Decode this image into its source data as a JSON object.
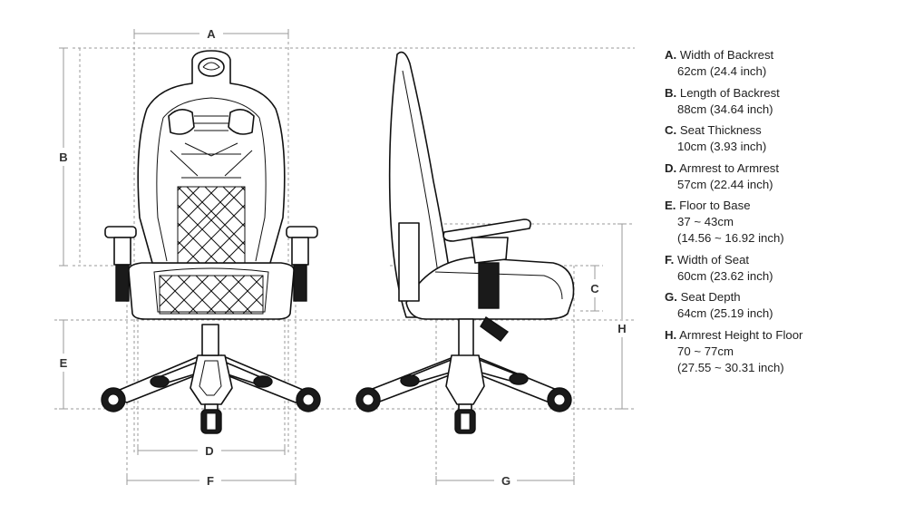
{
  "dimension_letters": {
    "a": "A",
    "b": "B",
    "c": "C",
    "d": "D",
    "e": "E",
    "f": "F",
    "g": "G",
    "h": "H"
  },
  "specs": [
    {
      "letter": "A.",
      "title": "Width of Backrest",
      "lines": [
        "62cm (24.4 inch)"
      ]
    },
    {
      "letter": "B.",
      "title": "Length of Backrest",
      "lines": [
        "88cm (34.64 inch)"
      ]
    },
    {
      "letter": "C.",
      "title": "Seat Thickness",
      "lines": [
        "10cm (3.93 inch)"
      ]
    },
    {
      "letter": "D.",
      "title": "Armrest to Armrest",
      "lines": [
        "57cm (22.44 inch)"
      ]
    },
    {
      "letter": "E.",
      "title": "Floor to Base",
      "lines": [
        "37 ~ 43cm",
        "(14.56 ~ 16.92 inch)"
      ]
    },
    {
      "letter": "F.",
      "title": "Width of Seat",
      "lines": [
        "60cm (23.62 inch)"
      ]
    },
    {
      "letter": "G.",
      "title": "Seat Depth",
      "lines": [
        "64cm (25.19 inch)"
      ]
    },
    {
      "letter": "H.",
      "title": "Armrest Height to Floor",
      "lines": [
        "70 ~ 77cm",
        "(27.55 ~ 30.31 inch)"
      ]
    }
  ]
}
